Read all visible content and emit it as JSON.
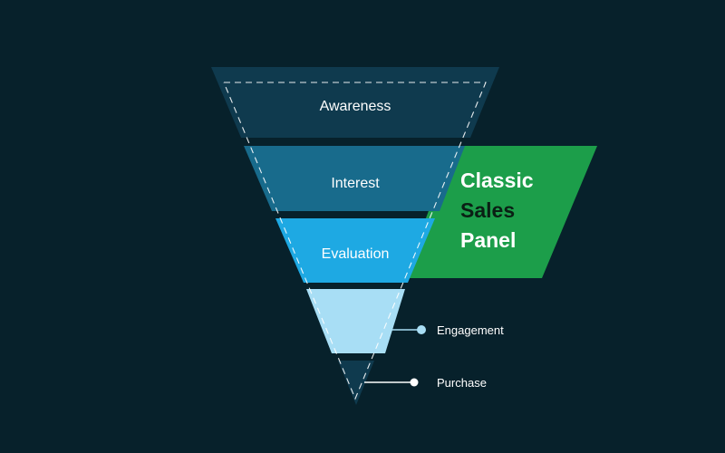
{
  "colors": {
    "background": "#07212b",
    "awareness": "#0f3a4e",
    "interest": "#186b8c",
    "evaluation": "#1ea9e3",
    "engagement": "#a8def5",
    "purchase": "#0f3a4e",
    "panel": "#1c9e4a",
    "engagement_dot": "#a8def5",
    "purchase_dot": "#ffffff"
  },
  "funnel": {
    "awareness": "Awareness",
    "interest": "Interest",
    "evaluation": "Evaluation"
  },
  "callouts": {
    "engagement": "Engagement",
    "purchase": "Purchase"
  },
  "panel": {
    "line1": "Classic",
    "line2": "Sales",
    "line3": "Panel"
  }
}
